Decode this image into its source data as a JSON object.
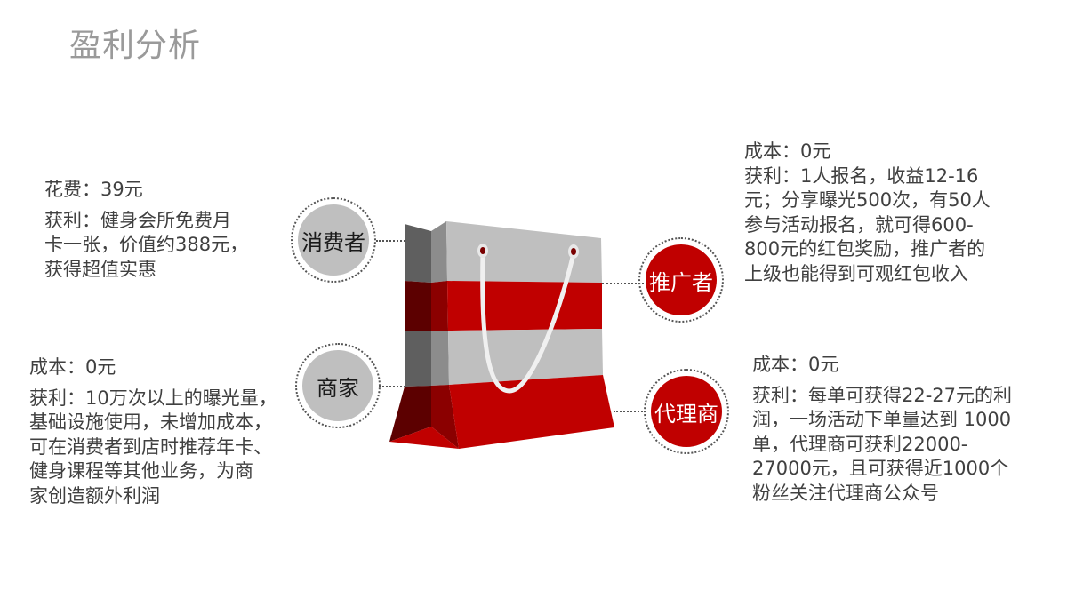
{
  "title": "盈利分析",
  "colors": {
    "accent_red": "#c00000",
    "gray_node": "#bfbfbf",
    "text": "#404040",
    "title": "#9a9a9a"
  },
  "illustration": {
    "name": "shopping-bag",
    "stripes": [
      "gray",
      "red",
      "gray",
      "red"
    ]
  },
  "roles": {
    "consumer": {
      "label": "消费者",
      "cost": "花费：39元",
      "profit": "获利：健身会所免费月\n卡一张，价值约388元，\n获得超值实惠"
    },
    "merchant": {
      "label": "商家",
      "cost": "成本：0元",
      "profit": "获利：10万次以上的曝光量，\n基础设施使用，未增加成本，\n可在消费者到店时推荐年卡、\n健身课程等其他业务，为商\n家创造额外利润"
    },
    "promoter": {
      "label": "推广者",
      "cost": "成本：0元",
      "profit": "获利：1人报名，收益12-16\n元；分享曝光500次，有50人\n参与活动报名，就可得600-\n800元的红包奖励，推广者的\n上级也能得到可观红包收入"
    },
    "agent": {
      "label": "代理商",
      "cost": "成本：0元",
      "profit": "获利：每单可获得22-27元的利\n润，一场活动下单量达到 1000\n单，代理商可获利22000-\n27000元，且可获得近1000个\n粉丝关注代理商公众号"
    }
  }
}
